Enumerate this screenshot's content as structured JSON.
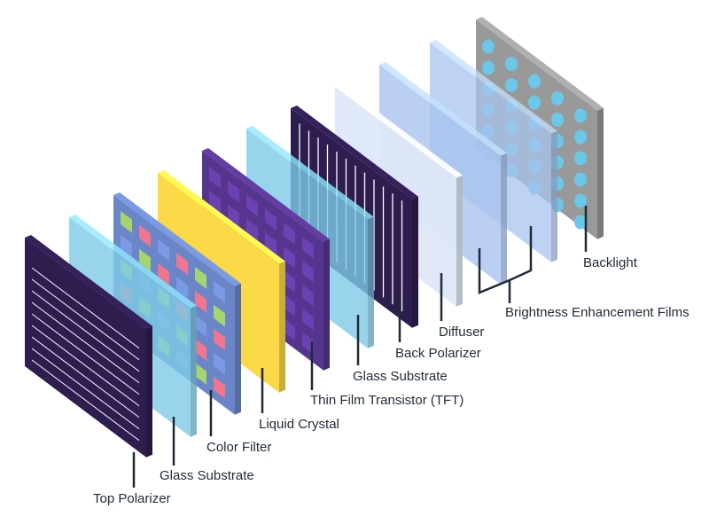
{
  "labels": {
    "top_polarizer": "Top Polarizer",
    "glass_substrate_front": "Glass Substrate",
    "color_filter": "Color Filter",
    "liquid_crystal": "Liquid Crystal",
    "tft": "Thin Film Transistor (TFT)",
    "glass_substrate_back": "Glass Substrate",
    "back_polarizer": "Back Polarizer",
    "diffuser": "Diffuser",
    "bef": "Brightness Enhancement Films",
    "backlight": "Backlight"
  },
  "colors": {
    "polarizer": "#2e1d4f",
    "glass": "#7fcbe8",
    "color_filter": "#6b86c8",
    "liquid_crystal": "#fbd947",
    "tft": "#56358f",
    "diffuser": "#dfe8f8",
    "bef": "#a9c4ef",
    "backlight": "#999999",
    "backlight_dots": "#6cc8e8",
    "filter_red": "#f0768f",
    "filter_green": "#a8d46f",
    "leader_line": "#1e2b36"
  }
}
